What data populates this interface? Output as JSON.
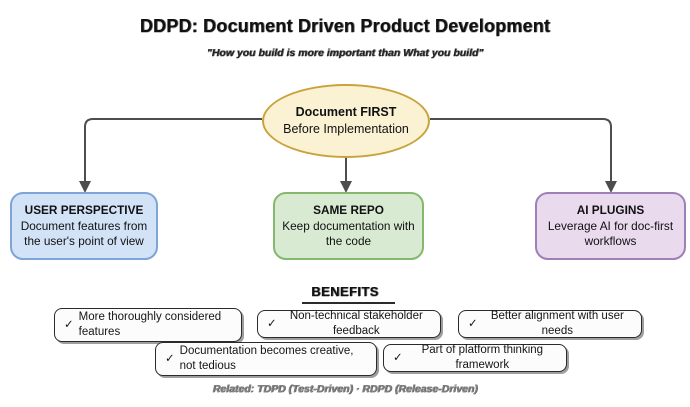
{
  "header": {
    "title": "DDPD: Document Driven Product Development",
    "subtitle": "\"How you build is more important than What you build\""
  },
  "root_node": {
    "title": "Document FIRST",
    "subtitle": "Before Implementation"
  },
  "branches": [
    {
      "title": "USER PERSPECTIVE",
      "body": "Document features from the user's point of view",
      "fill": "#D3E3F7",
      "border": "#7EA4D8"
    },
    {
      "title": "SAME REPO",
      "body": "Keep documentation with the code",
      "fill": "#D9EAD3",
      "border": "#85B86C"
    },
    {
      "title": "AI PLUGINS",
      "body": "Leverage AI for doc-first workflows",
      "fill": "#E9DAEE",
      "border": "#A07FB8"
    }
  ],
  "benefits": {
    "heading": "BENEFITS",
    "check_icon": "✓",
    "items": [
      {
        "text": "More thoroughly considered features"
      },
      {
        "text": "Non-technical stakeholder feedback"
      },
      {
        "text": "Better alignment with user needs"
      },
      {
        "text": "Documentation becomes creative, not tedious"
      },
      {
        "text": "Part of platform thinking framework"
      }
    ]
  },
  "footer": {
    "note": "Related: TDPD (Test-Driven) · RDPD (Release-Driven)"
  },
  "colors": {
    "background": "#FFFFFF",
    "connector": "#4D4D4D",
    "root_fill": "#FBF2D3",
    "root_border": "#C9A23B",
    "pill_fill": "#FCFCFC",
    "pill_border": "#2B2B2B",
    "footer_text": "#808080"
  }
}
